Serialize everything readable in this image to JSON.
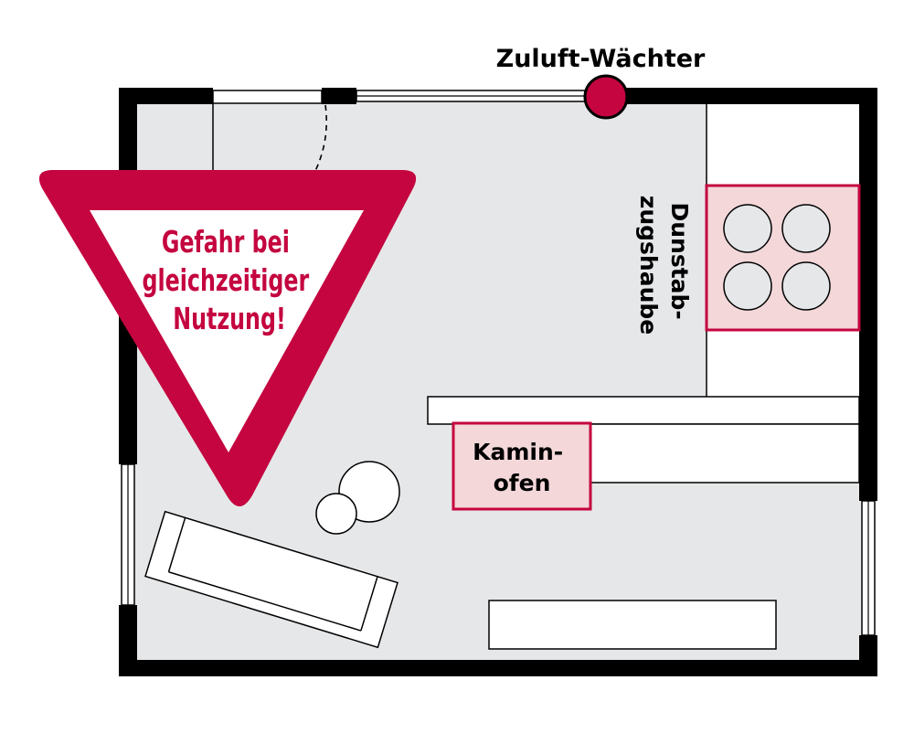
{
  "labels": {
    "sensor": "Zuluft-Wächter",
    "hood": [
      "Dunstab-",
      "zugshaube"
    ],
    "stove": [
      "Kamin-",
      "ofen"
    ],
    "warning": [
      "Gefahr bei",
      "gleichzeitiger",
      "Nutzung!"
    ]
  },
  "colors": {
    "accent": "#c4053f",
    "floor": "#e6e7e9",
    "wall": "#000000",
    "highlight_fill": "#f3d7d9"
  },
  "icons": {
    "sensor": "red-circle-sensor-icon",
    "warning": "yield-triangle-warning-icon"
  }
}
